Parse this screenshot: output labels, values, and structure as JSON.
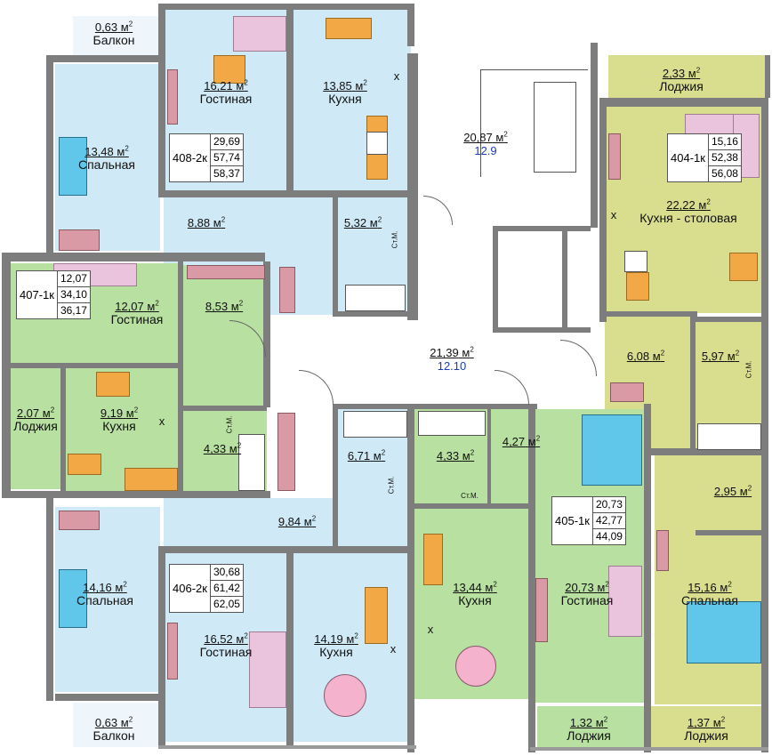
{
  "apartments": [
    {
      "code": "408-2к",
      "values": [
        "29,69",
        "57,74",
        "58,37"
      ]
    },
    {
      "code": "404-1к",
      "values": [
        "15,16",
        "52,38",
        "56,08"
      ]
    },
    {
      "code": "407-1к",
      "values": [
        "12,07",
        "34,10",
        "36,17"
      ]
    },
    {
      "code": "405-1к",
      "values": [
        "20,73",
        "42,77",
        "44,09"
      ]
    },
    {
      "code": "406-2к",
      "values": [
        "30,68",
        "61,42",
        "62,05"
      ]
    }
  ],
  "unit_sup": "2",
  "unit": "м",
  "rooms": {
    "balcony_top": {
      "area": "0,63",
      "name": "Балкон"
    },
    "living_408": {
      "area": "16,21",
      "name": "Гостиная"
    },
    "kitchen_408": {
      "area": "13,85",
      "name": "Кухня"
    },
    "loggia_404": {
      "area": "2,33",
      "name": "Лоджия"
    },
    "bedroom_408": {
      "area": "13,48",
      "name": "Спальная"
    },
    "stair_top": {
      "area": "20,87",
      "extra": "12.9"
    },
    "kitchen_dining_404": {
      "area": "22,22",
      "name": "Кухня - столовая"
    },
    "hall_408": {
      "area": "8,88"
    },
    "bath_408": {
      "area": "5,32"
    },
    "living_407": {
      "area": "12,07",
      "name": "Гостиная"
    },
    "hall_407": {
      "area": "8,53"
    },
    "corridor": {
      "area": "21,39",
      "extra": "12.10"
    },
    "hall_404": {
      "area": "6,08"
    },
    "bath_404": {
      "area": "5,97"
    },
    "loggia_407": {
      "area": "2,07",
      "name": "Лоджия"
    },
    "kitchen_407": {
      "area": "9,19",
      "name": "Кухня"
    },
    "bath_407": {
      "area": "4,33"
    },
    "hall_406a": {
      "area": "6,71"
    },
    "bath_405": {
      "area": "4,33"
    },
    "hall_405": {
      "area": "4,27"
    },
    "wc_404": {
      "area": "2,95"
    },
    "hall_406": {
      "area": "9,84"
    },
    "bedroom_406": {
      "area": "14,16",
      "name": "Спальная"
    },
    "kitchen_405": {
      "area": "13,44",
      "name": "Кухня"
    },
    "living_405": {
      "area": "20,73",
      "name": "Гостиная"
    },
    "bedroom_404": {
      "area": "15,16",
      "name": "Спальная"
    },
    "living_406": {
      "area": "16,52",
      "name": "Гостиная"
    },
    "kitchen_406": {
      "area": "14,19",
      "name": "Кухня"
    },
    "balcony_bottom": {
      "area": "0,63",
      "name": "Балкон"
    },
    "loggia_405": {
      "area": "1,32",
      "name": "Лоджия"
    },
    "loggia_404b": {
      "area": "1,37",
      "name": "Лоджия"
    }
  },
  "fixtures": {
    "washer": "Ст.М.",
    "cross": "x"
  },
  "colors": {
    "apt_blue": "#cfeaf6",
    "apt_green": "#b8e0a0",
    "apt_olive": "#d8de8e",
    "wall": "#7d7d7d"
  }
}
